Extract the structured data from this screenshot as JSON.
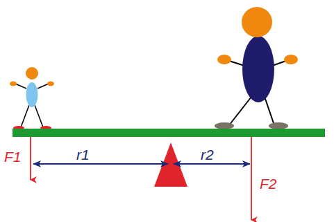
{
  "diagram": {
    "labels": [
      "F1",
      "r1",
      "r2",
      "F2"
    ]
  }
}
